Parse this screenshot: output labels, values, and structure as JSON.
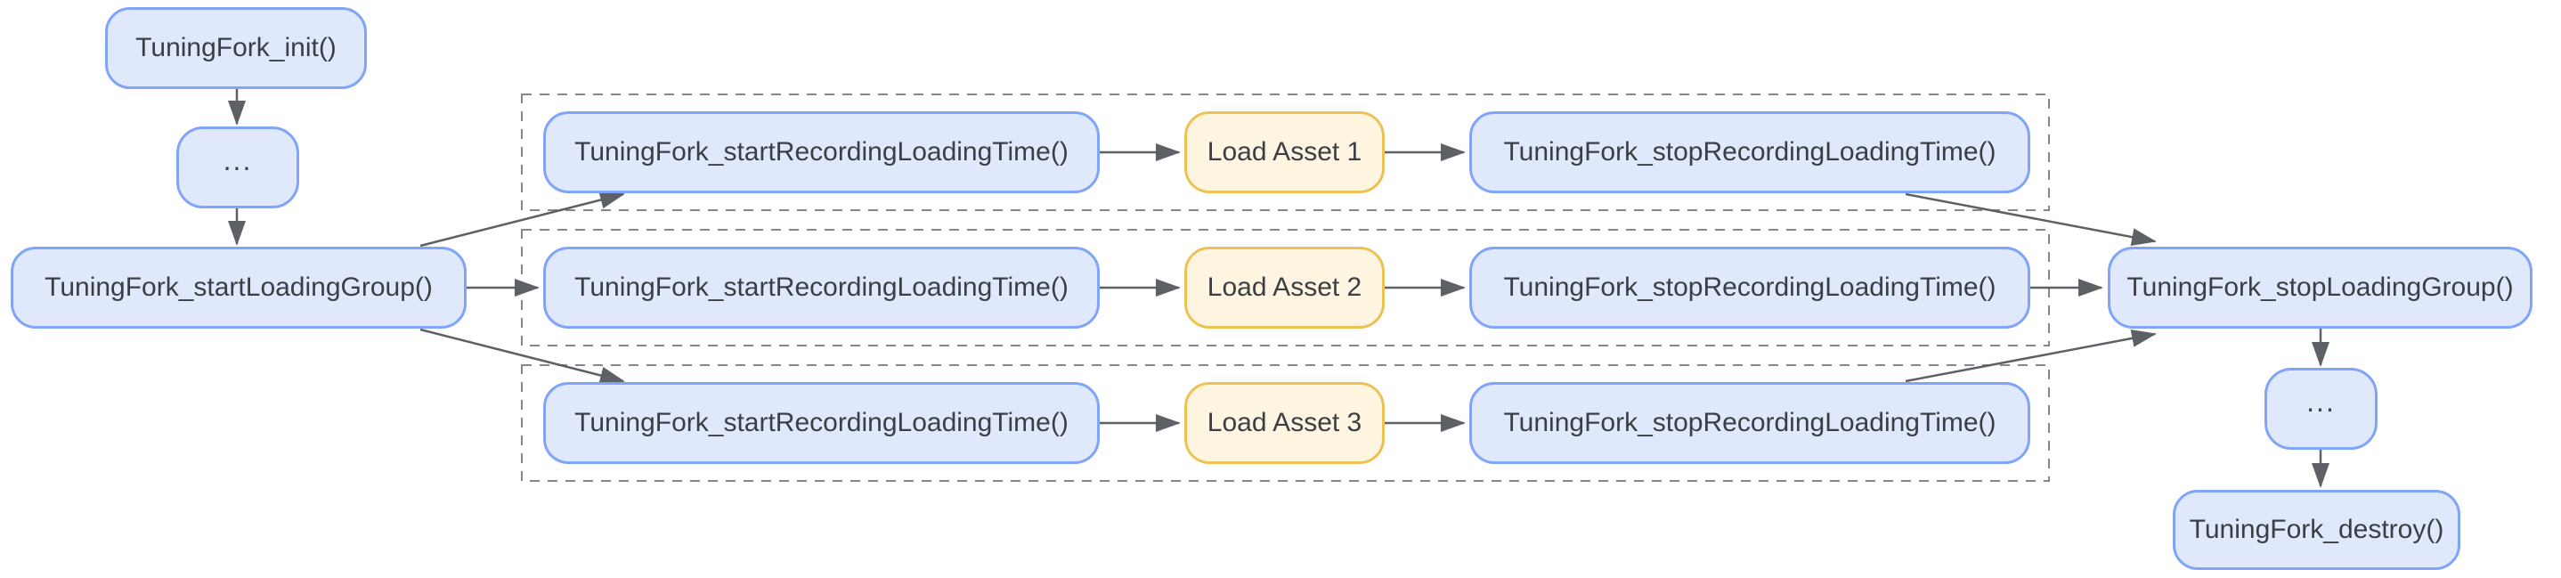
{
  "diagram": {
    "description": "TuningFork loading-time recording lifecycle flowchart",
    "colors": {
      "blue_fill": "#e0e8fc",
      "blue_stroke": "#7fa4f8",
      "yellow_fill": "#fdf5df",
      "yellow_stroke": "#ecc254",
      "dashed_outline": "#85878a",
      "arrow": "#5d6065",
      "text": "#3b3e44",
      "background": "#ffffff"
    },
    "nodes": {
      "init": "TuningFork_init()",
      "ellipsis_top": "...",
      "start_loading_group": "TuningFork_startLoadingGroup()",
      "stop_loading_group": "TuningFork_stopLoadingGroup()",
      "ellipsis_bottom": "...",
      "destroy": "TuningFork_destroy()"
    },
    "lanes": [
      {
        "start": "TuningFork_startRecordingLoadingTime()",
        "asset": "Load Asset 1",
        "stop": "TuningFork_stopRecordingLoadingTime()"
      },
      {
        "start": "TuningFork_startRecordingLoadingTime()",
        "asset": "Load Asset 2",
        "stop": "TuningFork_stopRecordingLoadingTime()"
      },
      {
        "start": "TuningFork_startRecordingLoadingTime()",
        "asset": "Load Asset 3",
        "stop": "TuningFork_stopRecordingLoadingTime()"
      }
    ]
  }
}
